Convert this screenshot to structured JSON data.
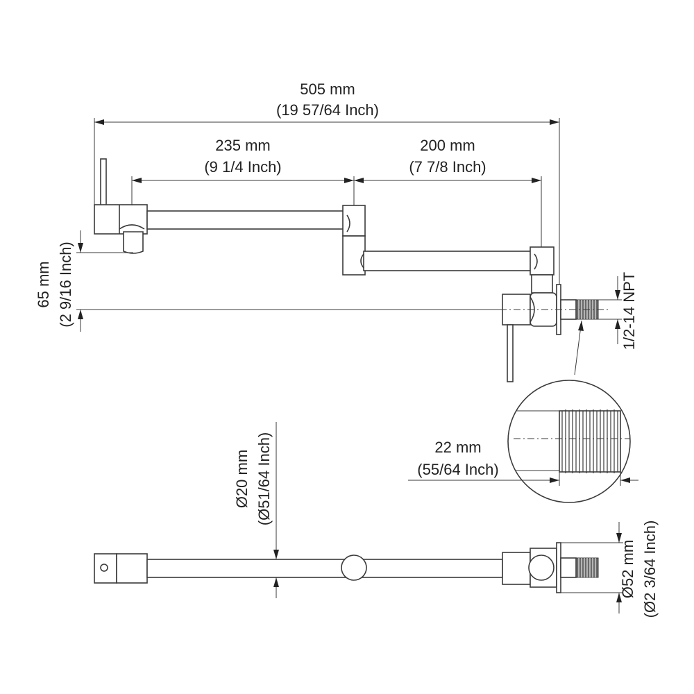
{
  "dimensions": {
    "overall_mm": "505 mm",
    "overall_in": "(19 57/64 Inch)",
    "arm1_mm": "235 mm",
    "arm1_in": "(9 1/4 Inch)",
    "arm2_mm": "200 mm",
    "arm2_in": "(7 7/8 Inch)",
    "height_mm": "65 mm",
    "height_in": "(2 9/16 Inch)",
    "thread_spec": "1/2-14 NPT",
    "thread_len_mm": "22 mm",
    "thread_len_in": "(55/64 Inch)",
    "pipe_dia_mm": "Ø20 mm",
    "pipe_dia_in": "(Ø51/64 Inch)",
    "flange_dia_mm": "Ø52 mm",
    "flange_dia_in": "(Ø2 3/64 Inch)"
  },
  "colors": {
    "line": "#3a3a3a",
    "text": "#222222",
    "background": "#ffffff"
  }
}
